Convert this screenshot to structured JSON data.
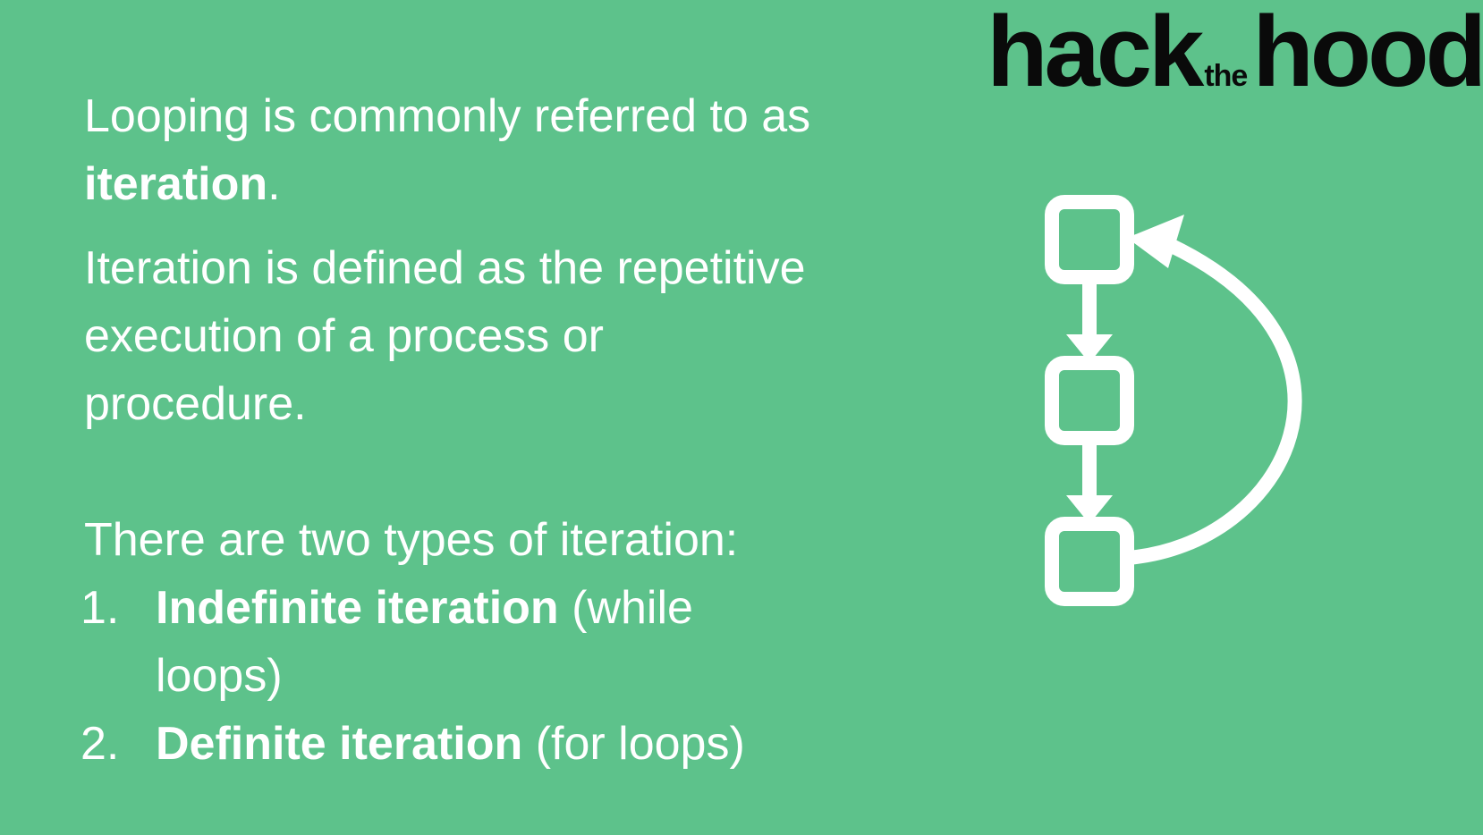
{
  "logo": {
    "part1": "hack",
    "part2": "the",
    "part3": "hood"
  },
  "paragraph1": {
    "text_before": "Looping is commonly referred to as ",
    "bold": "iteration",
    "text_after": "."
  },
  "paragraph2": {
    "text": "Iteration is defined as the repetitive execution of a process or procedure."
  },
  "paragraph3": {
    "text": "There are two types of iteration:"
  },
  "list": [
    {
      "number": "1.",
      "bold": "Indefinite iteration",
      "rest": " (while loops)"
    },
    {
      "number": "2.",
      "bold": "Definite iteration",
      "rest": " (for loops)"
    }
  ],
  "colors": {
    "background": "#5DC28B",
    "text": "#FFFFFF",
    "logo": "#0A0A0A"
  },
  "icons": {
    "diagram": "loop-flowchart-icon"
  }
}
